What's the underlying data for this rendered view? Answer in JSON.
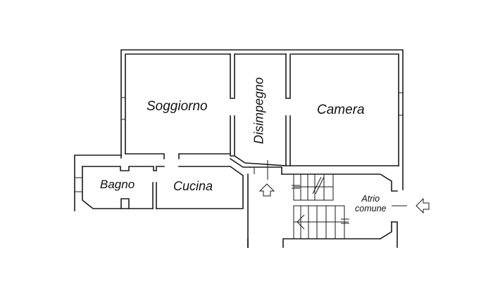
{
  "plan": {
    "type": "floor-plan",
    "rooms": [
      {
        "id": "soggiorno",
        "label": "Soggiorno"
      },
      {
        "id": "disimpegno",
        "label": "Disimpegno"
      },
      {
        "id": "camera",
        "label": "Camera"
      },
      {
        "id": "bagno",
        "label": "Bagno"
      },
      {
        "id": "cucina",
        "label": "Cucina"
      }
    ],
    "common_area": {
      "line1": "Atrio",
      "line2": "comune"
    },
    "arrows": [
      {
        "id": "entrance-arrow-apartment",
        "direction": "up"
      },
      {
        "id": "entrance-arrow-building",
        "direction": "left"
      }
    ],
    "colors": {
      "line": "#1a1a1a",
      "background": "#ffffff"
    }
  }
}
